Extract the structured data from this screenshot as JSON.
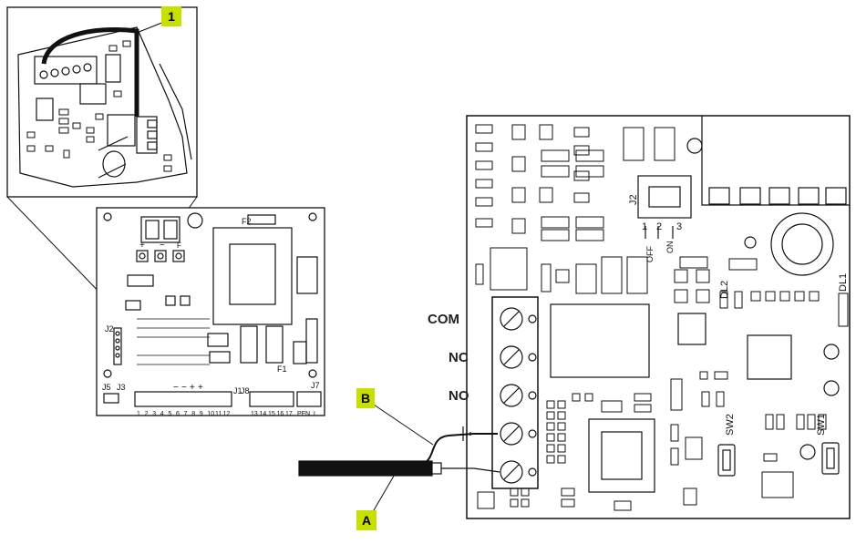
{
  "colors": {
    "callout": "#c8e000",
    "line": "#111111"
  },
  "callouts": {
    "one": "1",
    "a": "A",
    "b": "B"
  },
  "terminals": {
    "com": "COM",
    "nc": "NC",
    "no": "NO"
  },
  "left_board": {
    "connectors": {
      "j2": "J2",
      "j3": "J3",
      "j5": "J5",
      "j1": "J1",
      "j8": "J8",
      "j7": "J7"
    },
    "fuses": {
      "f1": "F1",
      "f2": "F2"
    },
    "buttons": {
      "plus": "+",
      "minus": "−",
      "f": "F"
    },
    "terminal_numbers": [
      "1",
      "2",
      "3",
      "4",
      "5",
      "6",
      "7",
      "8",
      "9",
      "10",
      "11",
      "12"
    ],
    "j8_numbers": [
      "13",
      "14",
      "15",
      "16",
      "17"
    ],
    "j7_labels": [
      "PE",
      "N",
      "L"
    ],
    "polarity": [
      "−",
      "−",
      "+",
      "+"
    ]
  },
  "right_board": {
    "jumper": {
      "name": "J2",
      "pins": [
        "1",
        "2",
        "3"
      ],
      "off": "OFF",
      "on": "ON"
    },
    "leds": {
      "dl1": "DL1",
      "dl2": "DL2"
    },
    "switches": {
      "sw1": "SW1",
      "sw2": "SW2"
    }
  }
}
